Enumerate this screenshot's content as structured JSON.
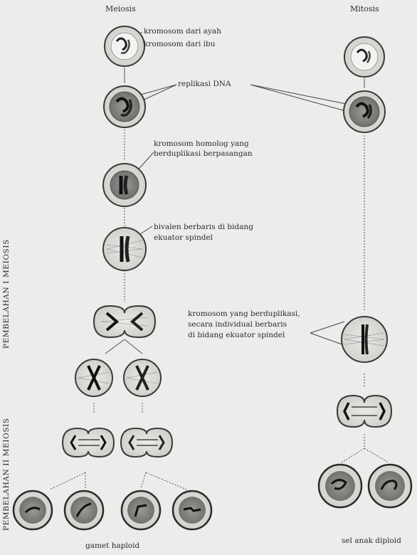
{
  "titles": {
    "meiosis": "Meiosis",
    "mitosis": "Mitosis"
  },
  "side_labels": {
    "phase1": "PEMBELAHAN I MEIOSIS",
    "phase2": "PEMBELAHAN II MEIOSIS"
  },
  "annotations": {
    "from_father": "kromosom dari ayah",
    "from_mother": "kromosom dari ibu",
    "dna_replication": "replikasi DNA",
    "homolog_line1": "kromosom homolog yang",
    "homolog_line2": "berduplikasi berpasangan",
    "bivalent_line1": "bivalen berbaris di bidang",
    "bivalent_line2": "ekuator spindel",
    "individual_line1": "kromosom yang berduplikasi,",
    "individual_line2": "secara individual berbaris",
    "individual_line3": "di bidang ekuator spindel"
  },
  "results": {
    "haploid": "gamet haploid",
    "diploid": "sel anak diploid"
  }
}
